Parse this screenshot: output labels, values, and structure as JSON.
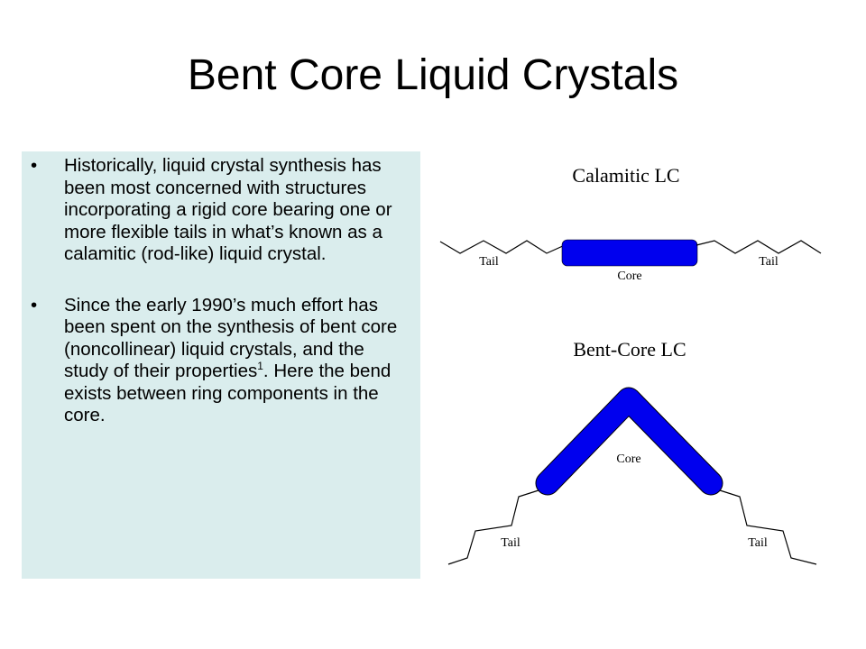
{
  "slide": {
    "title": "Bent Core Liquid Crystals"
  },
  "bullets": [
    {
      "text": "Historically, liquid crystal synthesis has been most concerned with structures incorporating a rigid core bearing one or more flexible tails in what’s known as a calamitic (rod-like) liquid crystal."
    },
    {
      "text_before": "Since the early 1990’s much effort has been spent on the synthesis of bent core (noncollinear) liquid crystals, and the study of their properties",
      "superscript": "1",
      "text_after": ". Here the bend exists between ring components in the core."
    }
  ],
  "diagram": {
    "calamitic": {
      "heading": "Calamitic LC",
      "tail_left": "Tail",
      "tail_right": "Tail",
      "core": "Core"
    },
    "bent_core": {
      "heading": "Bent-Core LC",
      "core": "Core",
      "tail_left": "Tail",
      "tail_right": "Tail"
    },
    "core_color": "#0000ee",
    "panel_color": "#daeded"
  }
}
